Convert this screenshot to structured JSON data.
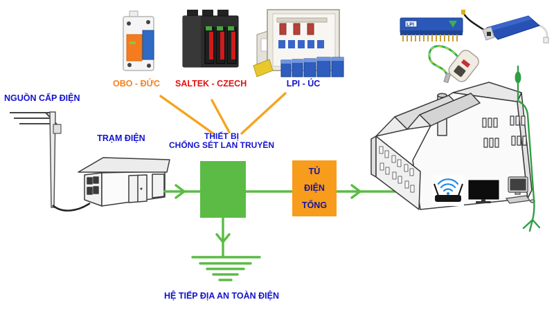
{
  "title": "Lightning surge protection system diagram",
  "labels": {
    "power_source": "NGUỒN CẤP ĐIỆN",
    "station": "TRẠM ĐIỆN",
    "spd_line1": "THIẾT BỊ",
    "spd_line2": "CHỐNG SÉT LAN TRUYỀN",
    "grounding": "HỆ TIẾP ĐỊA AN TOÀN ĐIỆN"
  },
  "cabinet": {
    "line1": "TỦ",
    "line2": "ĐIỆN",
    "line3": "TỔNG"
  },
  "brands": {
    "obo": {
      "label": "OBO - ĐỨC",
      "color": "#f58220"
    },
    "saltek": {
      "label": "SALTEK - CZECH",
      "color": "#e01212"
    },
    "lpi": {
      "label": "LPI - ÚC",
      "color": "#1414c8"
    }
  },
  "products": {
    "lpi_logo": "LPI"
  },
  "colors": {
    "label_blue": "#1313cf",
    "cabinet_text": "#15159f",
    "flow_green": "#5bbb45",
    "conductor_green": "#2f9e44",
    "cabinet_orange": "#f89c1c",
    "ray_orange": "#f5a31f"
  },
  "icons": {
    "wifi_router": "wifi-router-icon",
    "tv": "tv-icon",
    "computer": "desktop-computer-icon",
    "ground": "earth-ground-symbol",
    "lightning_rod": "lightning-rod-icon"
  }
}
